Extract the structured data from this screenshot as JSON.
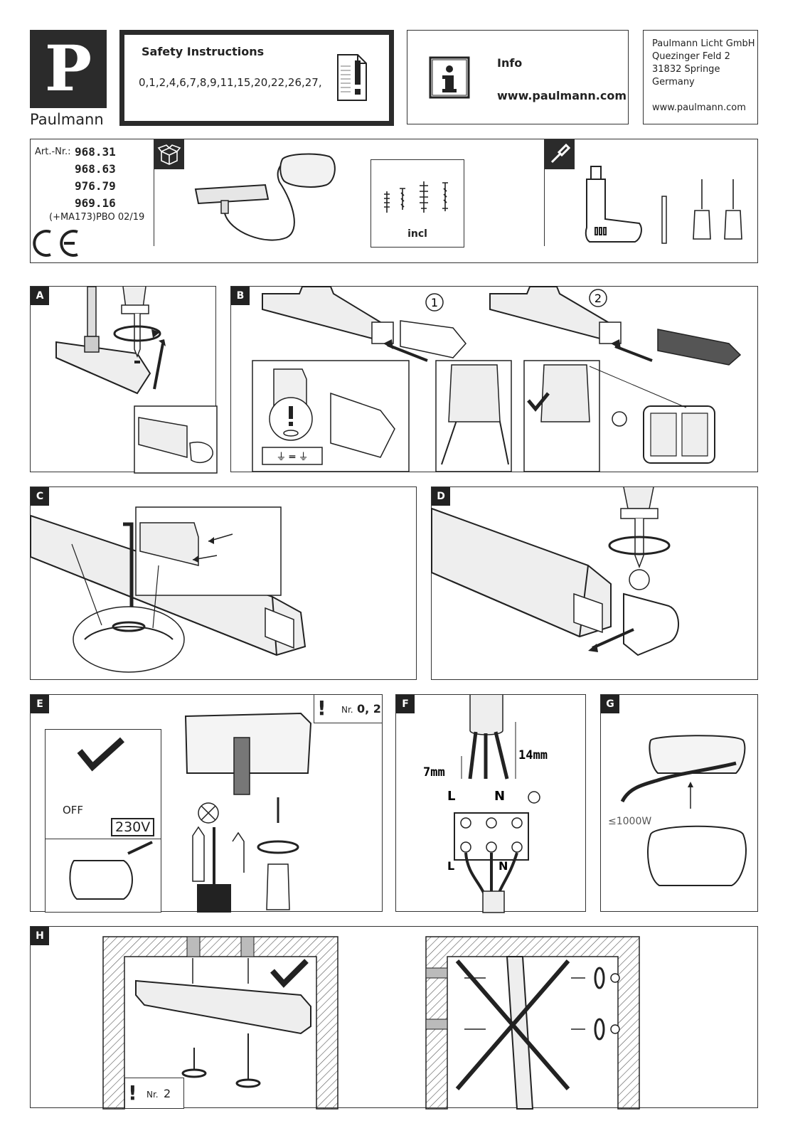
{
  "brand": {
    "letter": "P",
    "name": "Paulmann"
  },
  "safety": {
    "title": "Safety Instructions",
    "numbers": "0,1,2,4,6,7,8,9,11,15,20,22,26,27,"
  },
  "info": {
    "title": "Info",
    "url": "www.paulmann.com"
  },
  "address": {
    "line1": "Paulmann Licht GmbH",
    "line2": "Quezinger Feld 2",
    "line3": "31832 Springe",
    "line4": "Germany",
    "web": "www.paulmann.com"
  },
  "article": {
    "label": "Art.-Nr.:",
    "numbers": [
      "968.31",
      "968.63",
      "976.79",
      "969.16"
    ],
    "code": "(+MA173)PBO 02/19",
    "ce": "CE"
  },
  "parts": {
    "incl": "incl"
  },
  "panels": {
    "a": "A",
    "b": "B",
    "c": "C",
    "d": "D",
    "e": "E",
    "f": "F",
    "g": "G",
    "h": "H"
  },
  "panel_b": {
    "step1": "1",
    "step2": "2"
  },
  "panel_e": {
    "note_nr": "Nr.",
    "note_values": "0, 2",
    "off": "OFF",
    "voltage": "230V"
  },
  "panel_f": {
    "len_short": "7mm",
    "len_long": "14mm",
    "l": "L",
    "n": "N",
    "l2": "L",
    "n2": "N"
  },
  "panel_g": {
    "power": "≤1000W"
  },
  "panel_h": {
    "note_nr": "Nr.",
    "note_value": "2"
  },
  "icons": [
    "paulmann-logo",
    "document-warning-icon",
    "info-icon",
    "box-icon",
    "screwdriver-icon",
    "ce-mark",
    "checkmark-icon",
    "ground-icon",
    "cross-icon"
  ]
}
